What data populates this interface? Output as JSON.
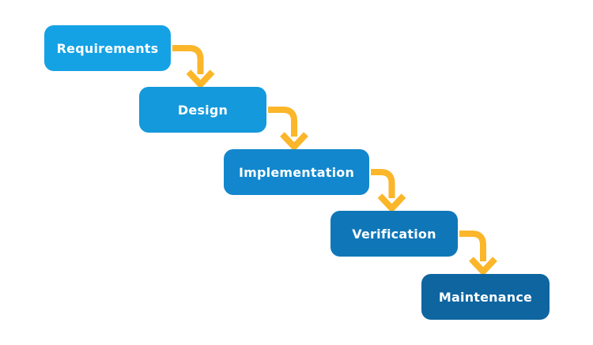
{
  "diagram": {
    "type": "waterfall",
    "arrow_color": "#FBB62A",
    "steps": [
      {
        "label": "Requirements",
        "color": "#15A2E5"
      },
      {
        "label": "Design",
        "color": "#1499DC"
      },
      {
        "label": "Implementation",
        "color": "#1287CD"
      },
      {
        "label": "Verification",
        "color": "#0F77B8"
      },
      {
        "label": "Maintenance",
        "color": "#0E65A0"
      }
    ]
  }
}
